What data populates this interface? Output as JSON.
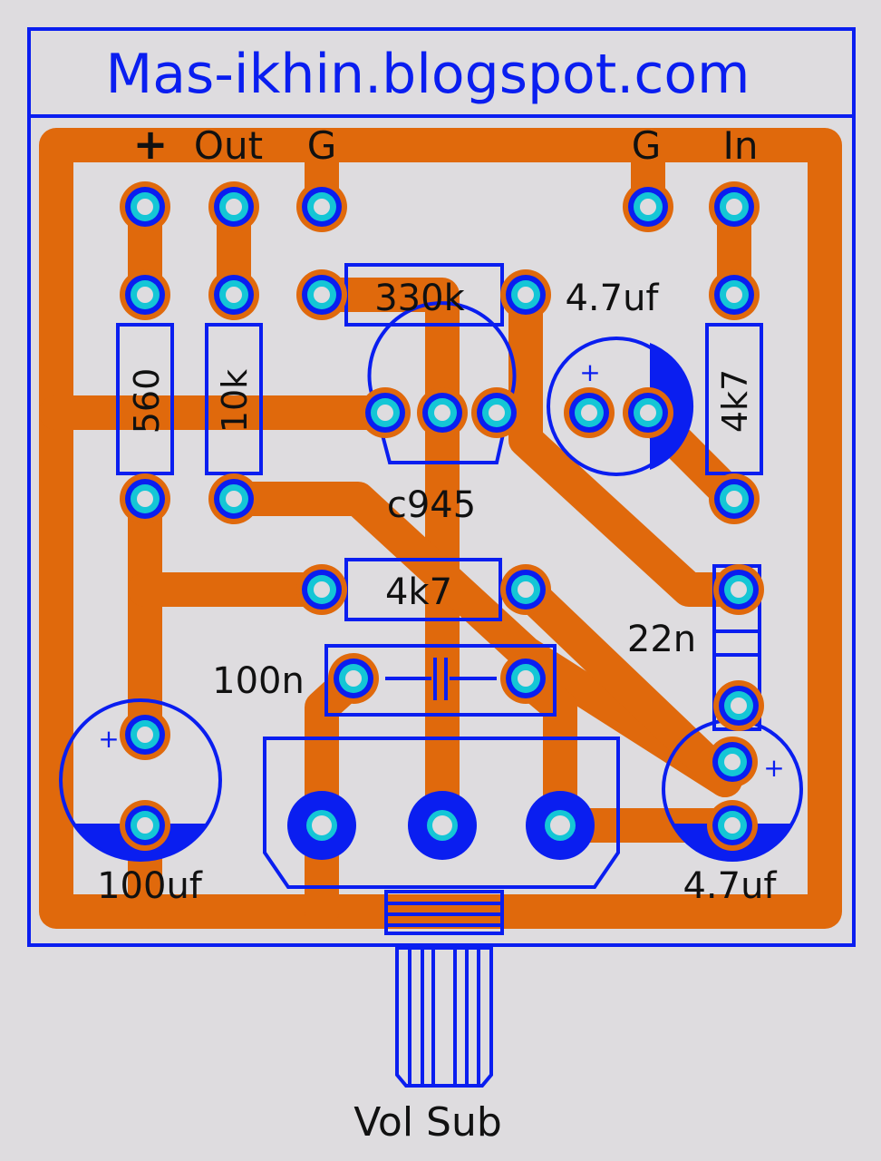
{
  "header": {
    "title": "Mas-ikhin.blogspot.com"
  },
  "connectors": {
    "plus": "+",
    "out": "Out",
    "gnd_left": "G",
    "gnd_right": "G",
    "input": "In"
  },
  "components": {
    "r_330k": "330k",
    "c_4u7_top": "4.7uf",
    "r_560": "560",
    "r_10k": "10k",
    "r_4k7_right": "4k7",
    "transistor": "c945",
    "r_4k7_mid": "4k7",
    "c_22n": "22n",
    "c_100n": "100n",
    "c_100uf": "100uf",
    "c_4u7_bottom": "4.7uf",
    "pot": "Vol Sub",
    "polarity_mark": "+"
  },
  "colors": {
    "copper": "#e0690c",
    "silk": "#0a1ef0",
    "pad_ring": "#14c6d6",
    "background": "#dedcdf"
  }
}
